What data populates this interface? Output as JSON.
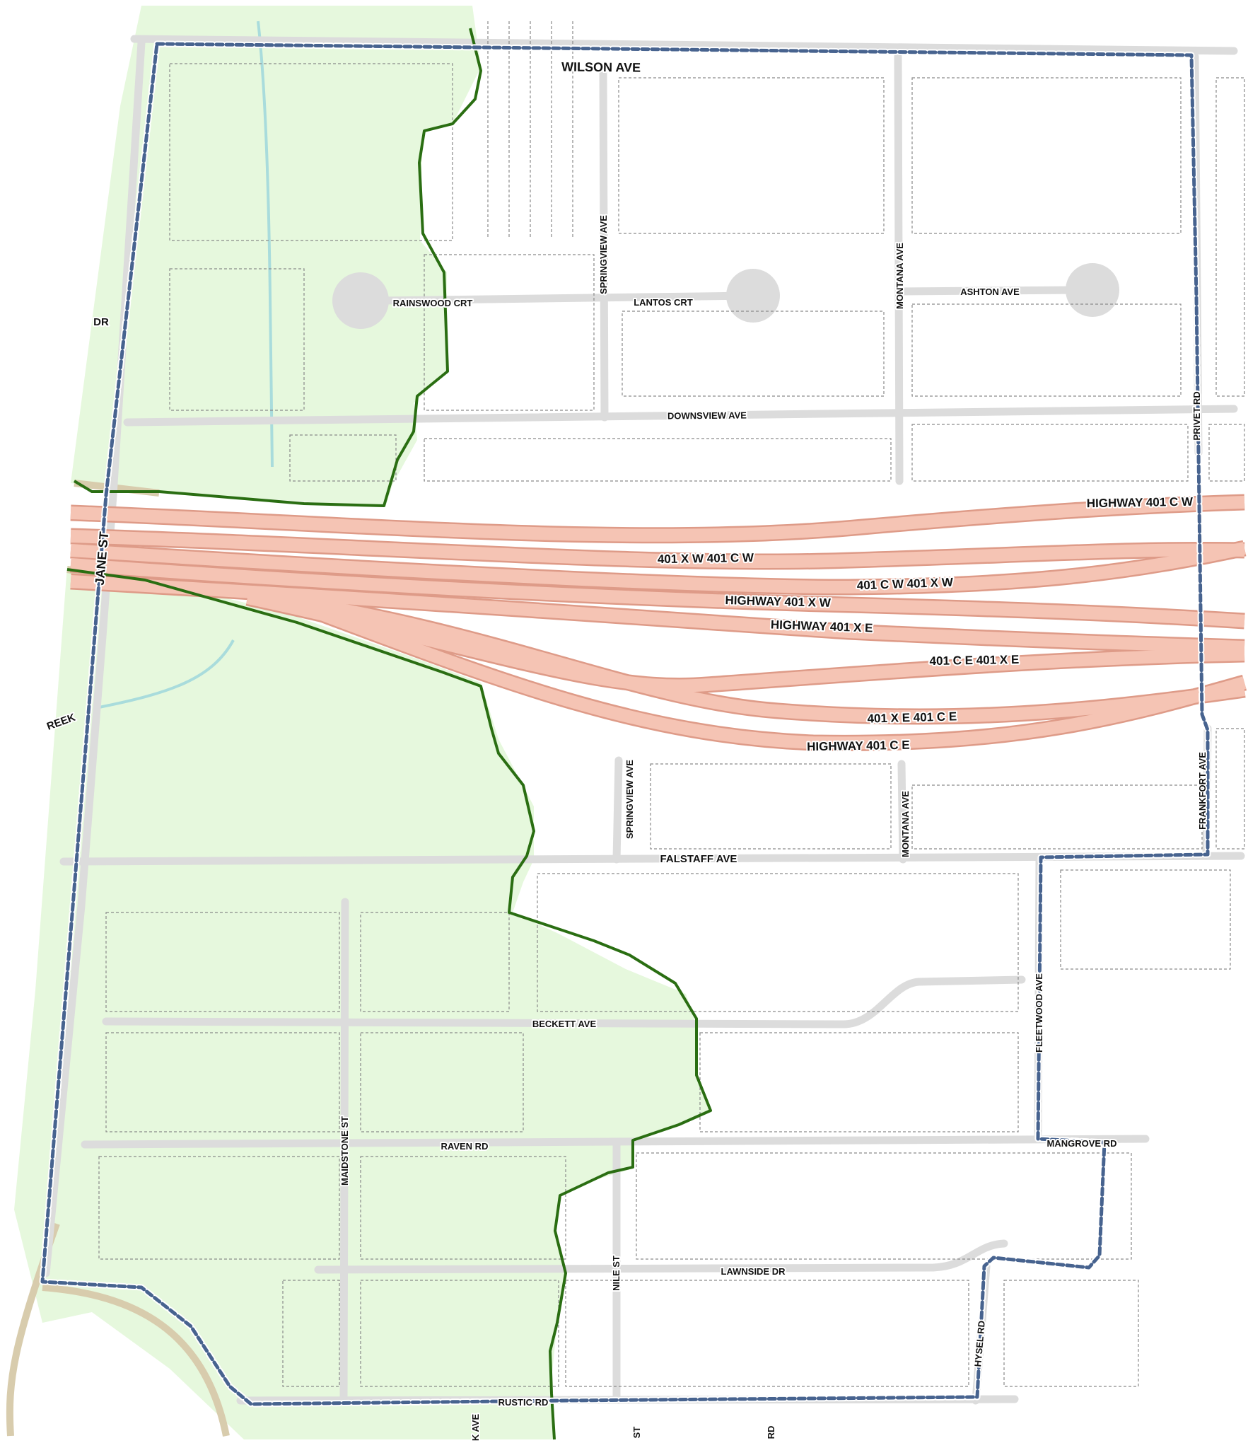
{
  "colors": {
    "park": "#e6f8dd",
    "park_boundary": "#2a6e12",
    "study_boundary": "#47638f",
    "highway_fill": "#f5c4b4",
    "highway_edge": "#de9b88",
    "street": "#dcdcdc",
    "lot_line": "#8a8a8a",
    "creek": "#a9dcdc",
    "rail": "#d8ccad"
  },
  "streets": {
    "wilson": "WILSON AVE",
    "jane": "JANE ST",
    "dr_partial": "DR",
    "reek_partial": "REEK",
    "rainswood": "RAINSWOOD CRT",
    "lantos": "LANTOS CRT",
    "springview_north": "SPRINGVIEW AVE",
    "montana_north": "MONTANA AVE",
    "ashton": "ASHTON AVE",
    "downsview": "DOWNSVIEW AVE",
    "privet": "PRIVET RD",
    "springview_south": "SPRINGVIEW AVE",
    "montana_south": "MONTANA AVE",
    "frankfort": "FRANKFORT AVE",
    "falstaff": "FALSTAFF AVE",
    "fleetwood": "FLEETWOOD AVE",
    "beckett": "BECKETT AVE",
    "maidstone": "MAIDSTONE ST",
    "raven": "RAVEN RD",
    "mangrove": "MANGROVE RD",
    "nile": "NILE ST",
    "lawnside": "LAWNSIDE DR",
    "hysel": "HYSEL RD",
    "rustic": "RUSTIC RD",
    "k_ave_partial": "K AVE",
    "st_partial": "ST",
    "rd_partial": "RD"
  },
  "highways": {
    "h401_cw": "HIGHWAY 401 C W",
    "x401_xw_cw": "401 X W 401 C W",
    "x401_cw_xw": "401 C W 401 X W",
    "h401_xw": "HIGHWAY 401 X W",
    "h401_xe": "HIGHWAY 401 X E",
    "x401_ce_xe": "401 C E 401 X E",
    "x401_xe_ce": "401 X E 401 C E",
    "h401_ce": "HIGHWAY 401 C E"
  }
}
